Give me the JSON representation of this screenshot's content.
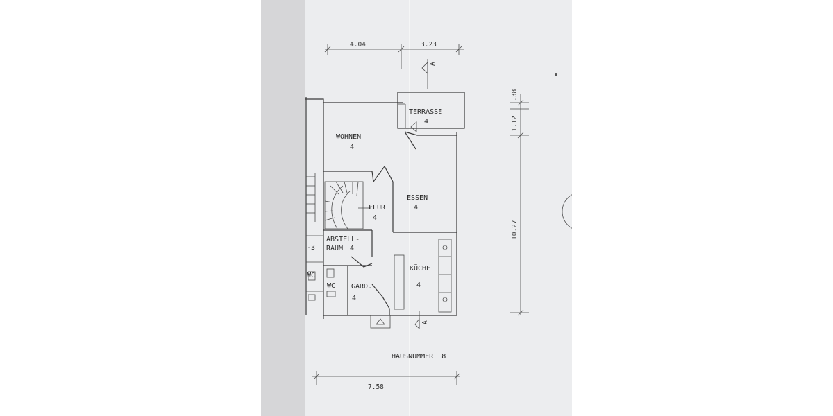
{
  "dimensions": {
    "top_left": "4.04",
    "top_right": "3.23",
    "bottom": "7.58",
    "right_total": "10.27",
    "right_mid": "1.12",
    "right_small": ".38"
  },
  "rooms": {
    "terrasse": {
      "name": "TERRASSE",
      "number": "4"
    },
    "wohnen": {
      "name": "WOHNEN",
      "number": "4"
    },
    "essen": {
      "name": "ESSEN",
      "number": "4"
    },
    "flur": {
      "name": "FLUR",
      "number": "4"
    },
    "abstellraum": {
      "name_line1": "ABSTELL-",
      "name_line2": "RAUM",
      "number": "4"
    },
    "kueche": {
      "name": "KÜCHE",
      "number": "4"
    },
    "wc": {
      "name": "WC"
    },
    "gard": {
      "name": "GARD.",
      "number": "4"
    },
    "neighbor_room": {
      "name": "-3"
    },
    "neighbor_wc": {
      "name": "WC"
    }
  },
  "house_number_label": "HAUSNUMMER  8",
  "section_marks": {
    "top": "A",
    "bottom": "A"
  },
  "colors": {
    "paper": "#ecedef",
    "background": "#d6d6d8",
    "ink": "#2a2a2a"
  }
}
